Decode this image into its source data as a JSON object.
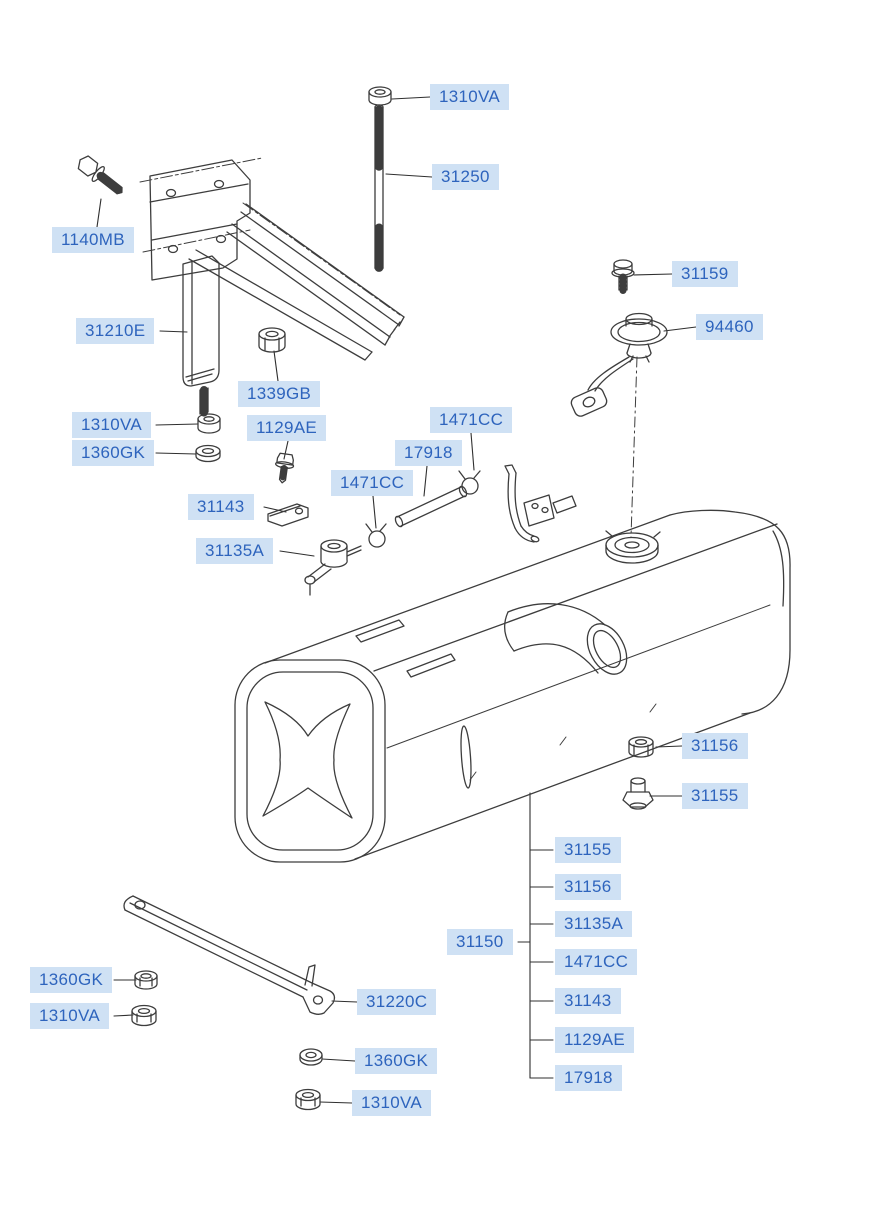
{
  "palette": {
    "background": "#ffffff",
    "label_bg": "#cfe1f4",
    "label_text": "#2e64bd",
    "line_color": "#3d3d3d"
  },
  "labels": [
    {
      "id": "1310va-top",
      "text": "1310VA"
    },
    {
      "id": "31250",
      "text": "31250"
    },
    {
      "id": "1140mb",
      "text": "1140MB"
    },
    {
      "id": "31159",
      "text": "31159"
    },
    {
      "id": "94460",
      "text": "94460"
    },
    {
      "id": "31210e",
      "text": "31210E"
    },
    {
      "id": "1339gb",
      "text": "1339GB"
    },
    {
      "id": "1310va-left",
      "text": "1310VA"
    },
    {
      "id": "1129ae",
      "text": "1129AE"
    },
    {
      "id": "1360gk-left",
      "text": "1360GK"
    },
    {
      "id": "1471cc-upper",
      "text": "1471CC"
    },
    {
      "id": "17918",
      "text": "17918"
    },
    {
      "id": "1471cc-lower",
      "text": "1471CC"
    },
    {
      "id": "31143",
      "text": "31143"
    },
    {
      "id": "31135a",
      "text": "31135A"
    },
    {
      "id": "31156-right",
      "text": "31156"
    },
    {
      "id": "31155-right",
      "text": "31155"
    },
    {
      "id": "31155-list",
      "text": "31155"
    },
    {
      "id": "31156-list",
      "text": "31156"
    },
    {
      "id": "31135a-list",
      "text": "31135A"
    },
    {
      "id": "31150",
      "text": "31150"
    },
    {
      "id": "1471cc-list",
      "text": "1471CC"
    },
    {
      "id": "31143-list",
      "text": "31143"
    },
    {
      "id": "1129ae-list",
      "text": "1129AE"
    },
    {
      "id": "17918-list",
      "text": "17918"
    },
    {
      "id": "1360gk-bottom-left",
      "text": "1360GK"
    },
    {
      "id": "1310va-bottom-left",
      "text": "1310VA"
    },
    {
      "id": "31220c",
      "text": "31220C"
    },
    {
      "id": "1360gk-bottom-mid",
      "text": "1360GK"
    },
    {
      "id": "1310va-bottom-mid",
      "text": "1310VA"
    }
  ]
}
